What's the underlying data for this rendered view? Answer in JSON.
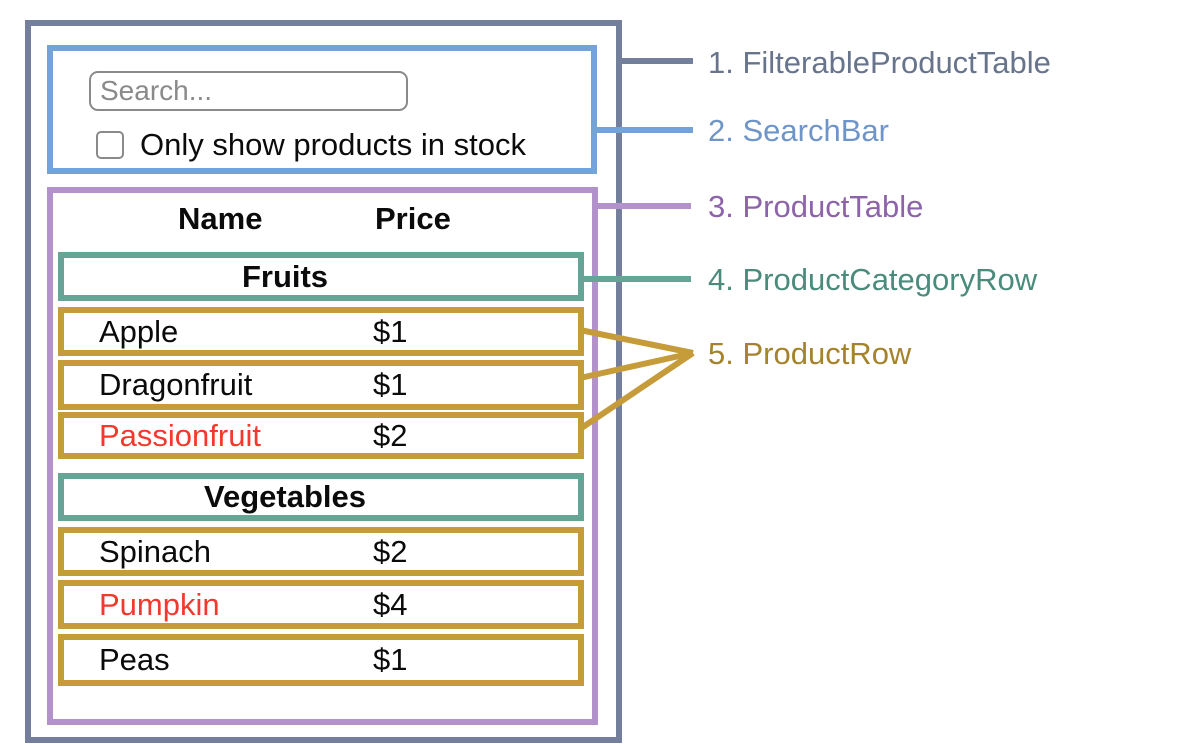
{
  "palette": {
    "outer": "#74809b",
    "blue": "#74a3d8",
    "purple": "#b392cb",
    "teal": "#64a595",
    "gold": "#c69b3a",
    "label1": "#67748c",
    "label2": "#6f95c8",
    "label3": "#8d63a9",
    "label4": "#4b8b7c",
    "label5": "#a5832c",
    "red": "#f2392c",
    "controlBorder": "#8a8a8a"
  },
  "search_bar": {
    "input_placeholder": "Search...",
    "input_value": "",
    "checkbox_checked": false,
    "checkbox_label": "Only show products in stock"
  },
  "table": {
    "headers": {
      "name": "Name",
      "price": "Price"
    },
    "sections": [
      {
        "category": "Fruits",
        "rows": [
          {
            "name": "Apple",
            "price": "$1",
            "red": false
          },
          {
            "name": "Dragonfruit",
            "price": "$1",
            "red": false
          },
          {
            "name": "Passionfruit",
            "price": "$2",
            "red": true
          }
        ]
      },
      {
        "category": "Vegetables",
        "rows": [
          {
            "name": "Spinach",
            "price": "$2",
            "red": false
          },
          {
            "name": "Pumpkin",
            "price": "$4",
            "red": true
          },
          {
            "name": "Peas",
            "price": "$1",
            "red": false
          }
        ]
      }
    ]
  },
  "legend": {
    "items": [
      {
        "label": "1. FilterableProductTable"
      },
      {
        "label": "2. SearchBar"
      },
      {
        "label": "3. ProductTable"
      },
      {
        "label": "4. ProductCategoryRow"
      },
      {
        "label": "5. ProductRow"
      }
    ]
  }
}
